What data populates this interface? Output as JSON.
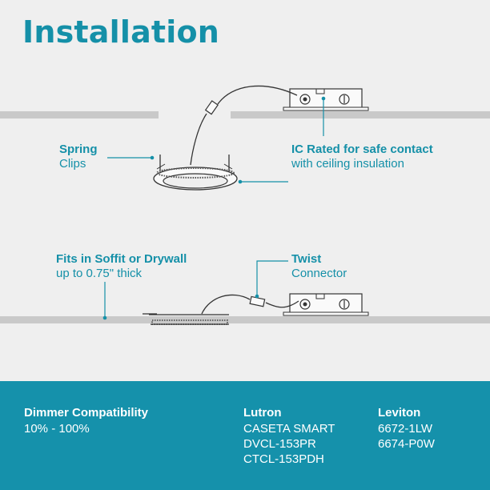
{
  "title": "Installation",
  "callouts": {
    "spring_clips": {
      "title": "Spring",
      "sub": "Clips"
    },
    "ic_rated": {
      "title": "IC Rated for safe contact",
      "sub": "with ceiling insulation"
    },
    "fits": {
      "title": "Fits in Soffit or Drywall",
      "sub": "up to 0.75\" thick"
    },
    "twist": {
      "title": "Twist",
      "sub": "Connector"
    }
  },
  "compat": {
    "dimmer": {
      "title": "Dimmer Compatibility",
      "lines": [
        "10% - 100%"
      ]
    },
    "lutron": {
      "title": "Lutron",
      "lines": [
        "CASETA SMART",
        "DVCL-153PR",
        "CTCL-153PDH"
      ]
    },
    "leviton": {
      "title": "Leviton",
      "lines": [
        "6672-1LW",
        "6674-P0W"
      ]
    }
  },
  "colors": {
    "accent": "#1590a8",
    "band": "#1591ab",
    "background": "#efefef",
    "ceiling": "#c9c9c9",
    "line": "#333333"
  },
  "icons": [
    "junction-box-icon",
    "spring-clip-icon",
    "twist-connector-icon",
    "light-fixture-icon"
  ]
}
